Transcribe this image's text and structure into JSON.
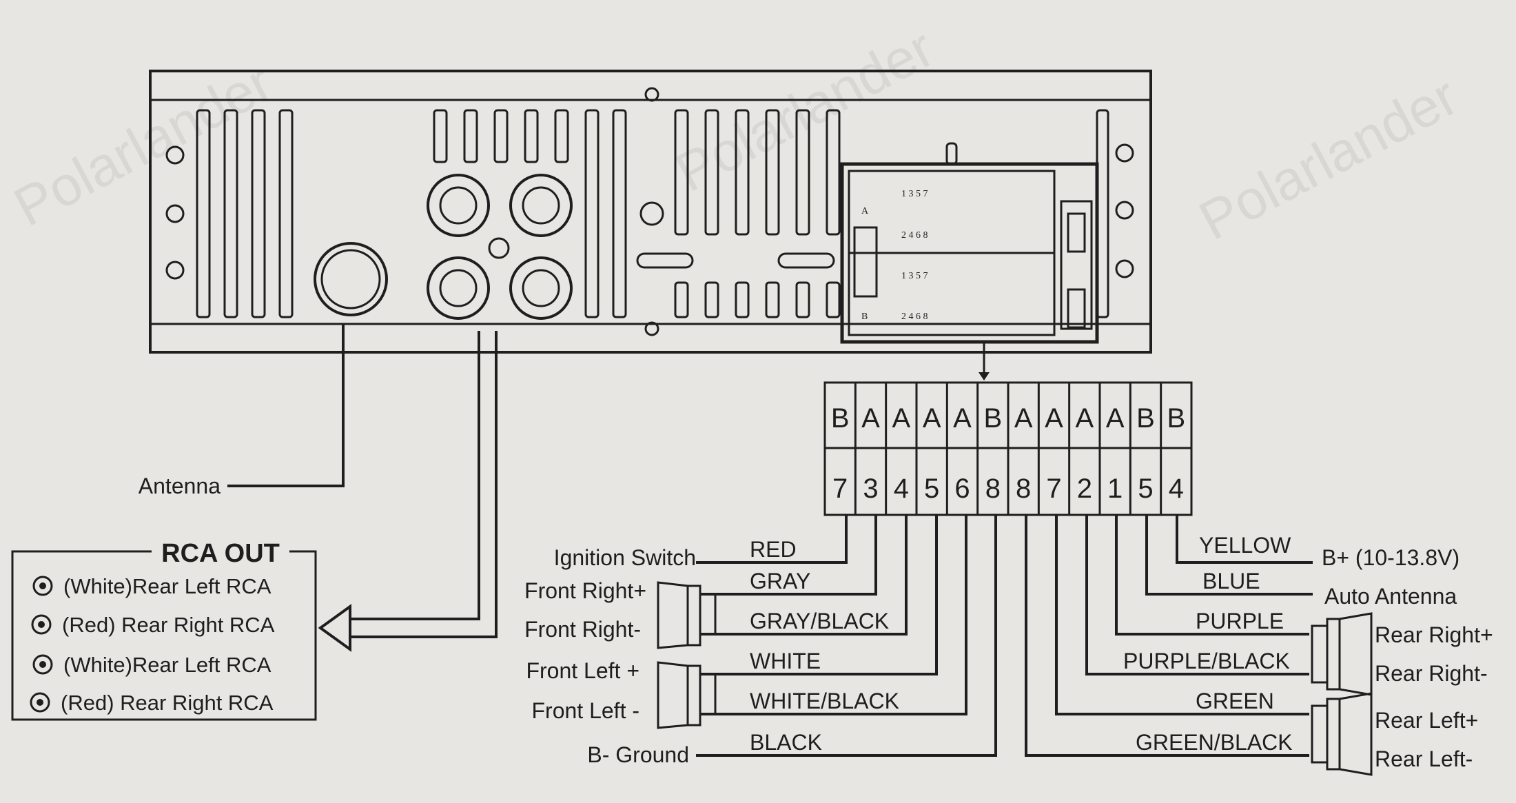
{
  "watermark": "Polarlander",
  "antenna_label": "Antenna",
  "rca": {
    "title": "RCA OUT",
    "items": [
      "(White)Rear Left RCA",
      "(Red) Rear Right RCA",
      "(White)Rear Left RCA",
      "(Red) Rear Right RCA"
    ]
  },
  "connector_grid": {
    "row1": "1 3 5 7",
    "row2": "2 4 6 8",
    "row3": "1 3 5 7",
    "row4": "2 4 6 8",
    "a_label": "A",
    "b_label": "B"
  },
  "pins": [
    {
      "letter": "B",
      "number": "7"
    },
    {
      "letter": "A",
      "number": "3"
    },
    {
      "letter": "A",
      "number": "4"
    },
    {
      "letter": "A",
      "number": "5"
    },
    {
      "letter": "A",
      "number": "6"
    },
    {
      "letter": "B",
      "number": "8"
    },
    {
      "letter": "A",
      "number": "8"
    },
    {
      "letter": "A",
      "number": "7"
    },
    {
      "letter": "A",
      "number": "2"
    },
    {
      "letter": "A",
      "number": "1"
    },
    {
      "letter": "B",
      "number": "5"
    },
    {
      "letter": "B",
      "number": "4"
    }
  ],
  "left_wires": [
    {
      "color": "RED",
      "label": "Ignition Switch"
    },
    {
      "color": "GRAY",
      "label": "Front Right+"
    },
    {
      "color": "GRAY/BLACK",
      "label": "Front Right-"
    },
    {
      "color": "WHITE",
      "label": "Front Left +"
    },
    {
      "color": "WHITE/BLACK",
      "label": "Front Left -"
    },
    {
      "color": "BLACK",
      "label": "B- Ground"
    }
  ],
  "right_wires": [
    {
      "color": "YELLOW",
      "label": "B+ (10-13.8V)"
    },
    {
      "color": "BLUE",
      "label": "Auto Antenna"
    },
    {
      "color": "PURPLE",
      "label": "Rear Right+"
    },
    {
      "color": "PURPLE/BLACK",
      "label": "Rear Right-"
    },
    {
      "color": "GREEN",
      "label": "Rear Left+"
    },
    {
      "color": "GREEN/BLACK",
      "label": "Rear Left-"
    }
  ]
}
